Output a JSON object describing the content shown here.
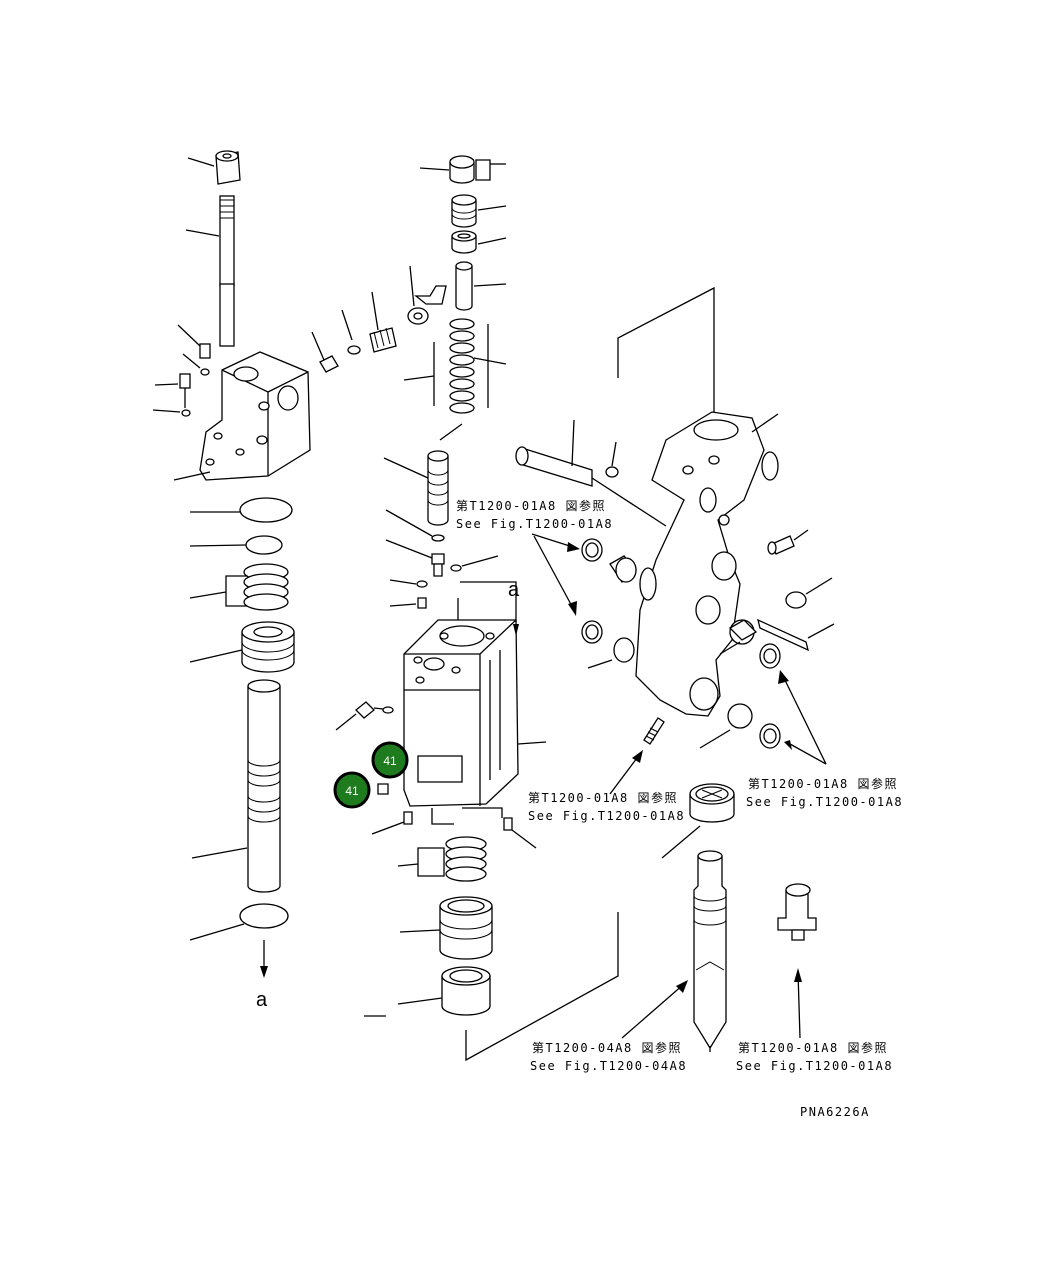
{
  "references": {
    "ref_top_center": {
      "jp": "第T1200-01A8 図参照",
      "en": "See Fig.T1200-01A8"
    },
    "ref_mid_center": {
      "jp": "第T1200-01A8 図参照",
      "en": "See Fig.T1200-01A8"
    },
    "ref_mid_right": {
      "jp": "第T1200-01A8 図参照",
      "en": "See Fig.T1200-01A8"
    },
    "ref_bottom_center": {
      "jp": "第T1200-04A8 図参照",
      "en": "See Fig.T1200-04A8"
    },
    "ref_bottom_right": {
      "jp": "第T1200-01A8 図参照",
      "en": "See Fig.T1200-01A8"
    }
  },
  "markers": {
    "a_top": "a",
    "a_bottom": "a"
  },
  "badges": [
    "41",
    "41"
  ],
  "drawing_code": "PNA6226A",
  "colors": {
    "badge_fill": "#1e7b1e",
    "badge_text": "#ffffff",
    "line": "#000000"
  }
}
